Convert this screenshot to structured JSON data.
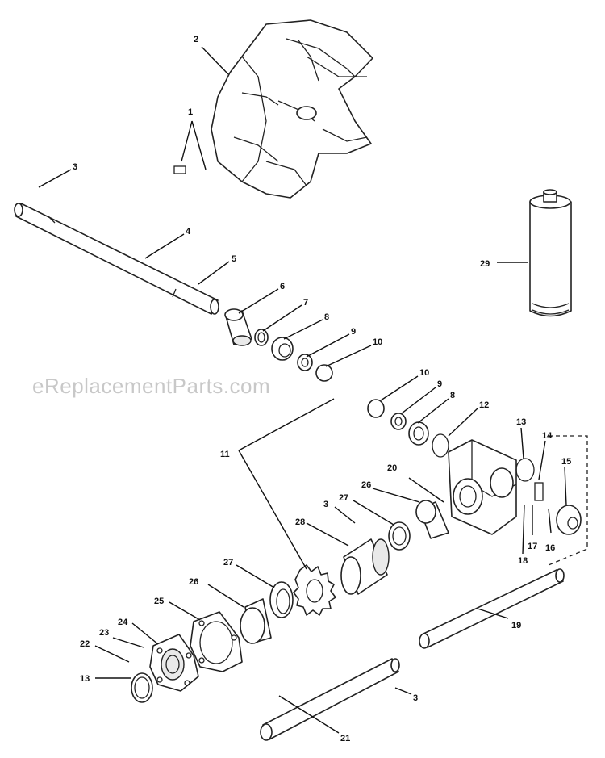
{
  "watermark": "eReplacementParts.com",
  "labels": {
    "l1": "1",
    "l2": "2",
    "l3a": "3",
    "l3b": "3",
    "l3c": "3",
    "l4": "4",
    "l5": "5",
    "l6": "6",
    "l7": "7",
    "l8a": "8",
    "l8b": "8",
    "l9a": "9",
    "l9b": "9",
    "l10a": "10",
    "l10b": "10",
    "l11": "11",
    "l12": "12",
    "l13a": "13",
    "l13b": "13",
    "l14": "14",
    "l15": "15",
    "l16": "16",
    "l17": "17",
    "l18": "18",
    "l19": "19",
    "l20": "20",
    "l21": "21",
    "l22": "22",
    "l23": "23",
    "l24": "24",
    "l25": "25",
    "l26a": "26",
    "l26b": "26",
    "l27a": "27",
    "l27b": "27",
    "l28": "28",
    "l29": "29"
  }
}
